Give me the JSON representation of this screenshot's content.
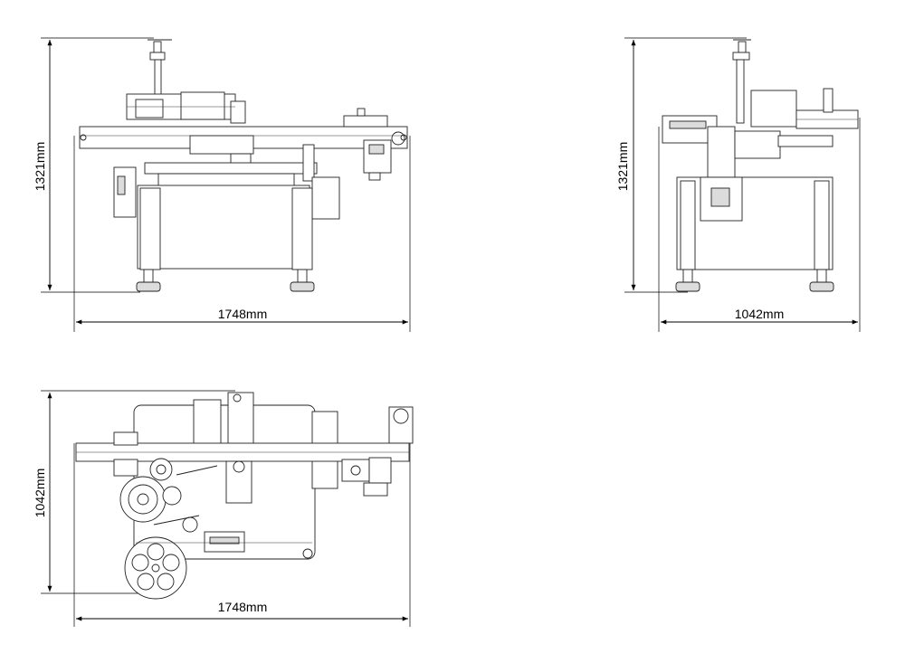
{
  "views": {
    "front": {
      "height_label": "1321mm",
      "width_label": "1748mm"
    },
    "side": {
      "height_label": "1321mm",
      "width_label": "1042mm"
    },
    "top": {
      "height_label": "1042mm",
      "width_label": "1748mm"
    }
  },
  "colors": {
    "line": "#000000",
    "background": "#ffffff"
  }
}
